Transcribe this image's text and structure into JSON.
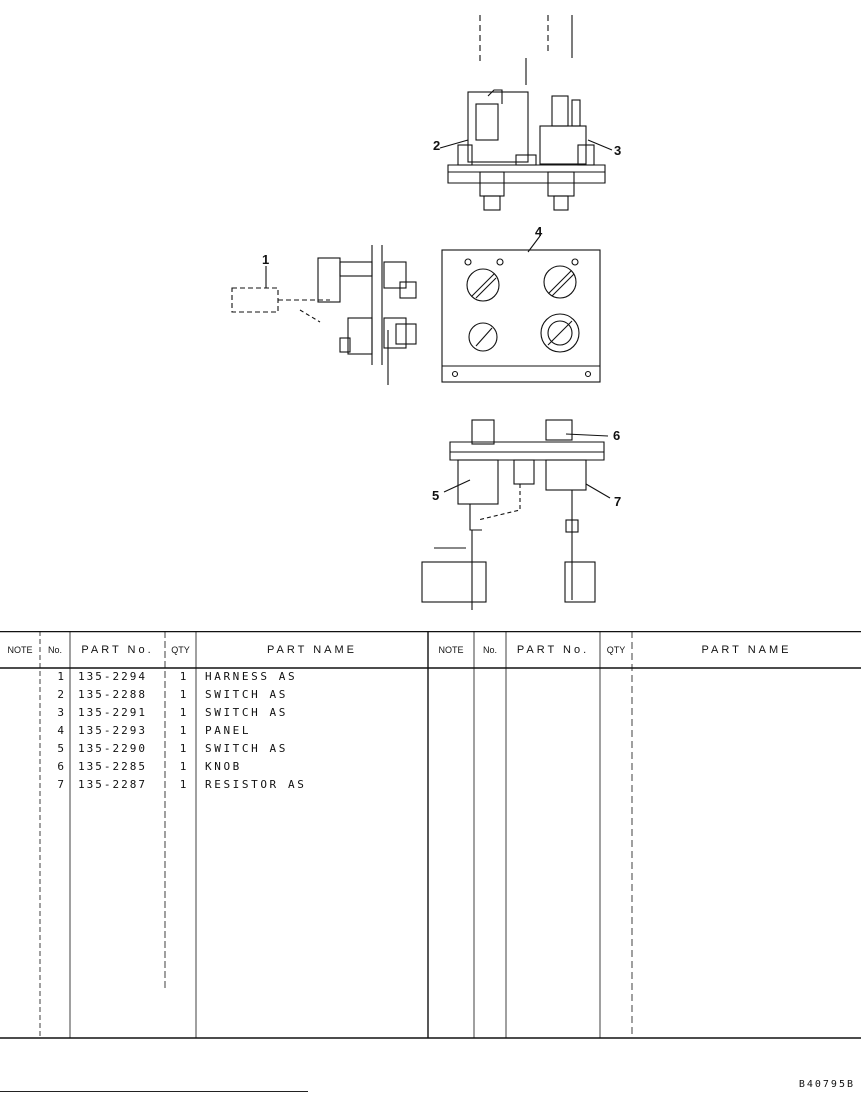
{
  "drawing": {
    "callouts": [
      "1",
      "2",
      "3",
      "4",
      "5",
      "6",
      "7"
    ]
  },
  "table": {
    "headers": {
      "note": "NOTE",
      "no": "No.",
      "part_no": "PART No.",
      "qty": "QTY",
      "part_name": "PART NAME"
    },
    "rows": [
      {
        "no": "1",
        "part_no": "135-2294",
        "qty": "1",
        "name": "HARNESS AS"
      },
      {
        "no": "2",
        "part_no": "135-2288",
        "qty": "1",
        "name": "SWITCH AS"
      },
      {
        "no": "3",
        "part_no": "135-2291",
        "qty": "1",
        "name": "SWITCH AS"
      },
      {
        "no": "4",
        "part_no": "135-2293",
        "qty": "1",
        "name": "PANEL"
      },
      {
        "no": "5",
        "part_no": "135-2290",
        "qty": "1",
        "name": "SWITCH AS"
      },
      {
        "no": "6",
        "part_no": "135-2285",
        "qty": "1",
        "name": "KNOB"
      },
      {
        "no": "7",
        "part_no": "135-2287",
        "qty": "1",
        "name": "RESISTOR AS"
      }
    ]
  },
  "footer": {
    "reference_code": "B40795B"
  }
}
